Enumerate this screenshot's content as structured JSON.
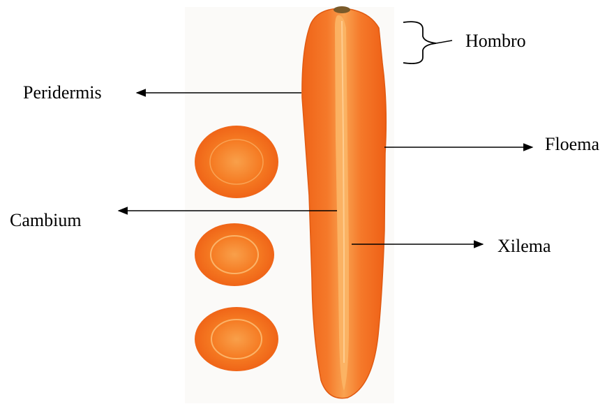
{
  "labels": {
    "hombro": "Hombro",
    "peridermis": "Peridermis",
    "floema": "Floema",
    "cambium": "Cambium",
    "xilema": "Xilema"
  },
  "colors": {
    "carrot_outer": "#f26a1b",
    "carrot_mid": "#f57a22",
    "carrot_core": "#f9a04a",
    "cambium_ring": "#fcc27a",
    "background": "#ffffff",
    "arrow": "#000000"
  },
  "icons": {
    "left_arrow": "arrow-left",
    "right_arrow": "arrow-right",
    "bracket": "curly-brace-right"
  }
}
